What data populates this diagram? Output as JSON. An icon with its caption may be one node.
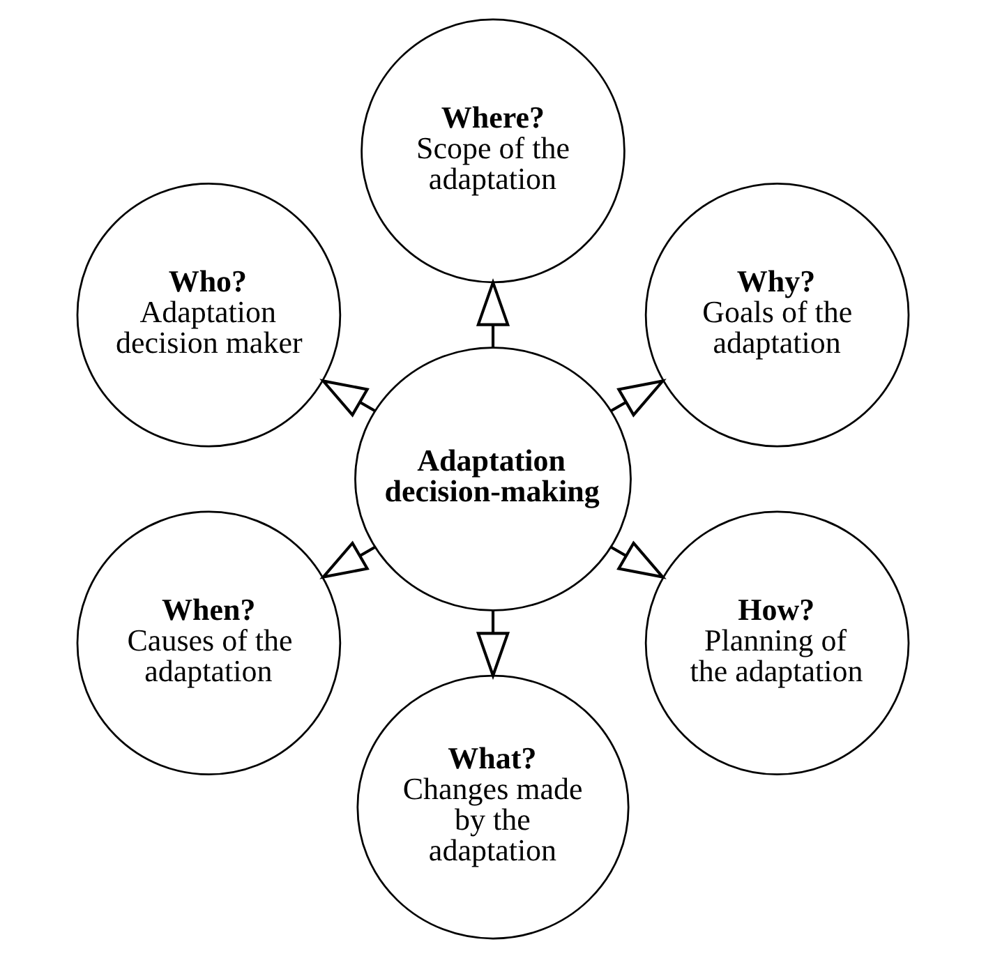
{
  "diagram": {
    "nodes": [
      {
        "text": [
          "Why?",
          "Goals of the adaptation"
        ]
      },
      {
        "text": [
          "Where?",
          "Scope of the adaptation"
        ]
      },
      {
        "text": [
          "Who?",
          "Adaptation decision maker"
        ]
      },
      {
        "text": [
          "Adaptation decision-making"
        ]
      },
      {
        "text": [
          "When?",
          "Causes of the adaptation"
        ]
      },
      {
        "text": [
          "What?",
          "Changes made by the adaptation"
        ]
      },
      {
        "text": [
          "How?",
          "Planning of the adaptation"
        ]
      }
    ],
    "edges": [
      {
        "from": 3,
        "to": 0,
        "arrow": "to"
      },
      {
        "from": 3,
        "to": 2,
        "arrow": "to"
      },
      {
        "from": 3,
        "to": 5,
        "arrow": "to"
      },
      {
        "from": 3,
        "to": 6,
        "arrow": "to"
      },
      {
        "from": 3,
        "to": 4,
        "arrow": "to"
      },
      {
        "from": 3,
        "to": 1,
        "arrow": "to"
      }
    ]
  }
}
